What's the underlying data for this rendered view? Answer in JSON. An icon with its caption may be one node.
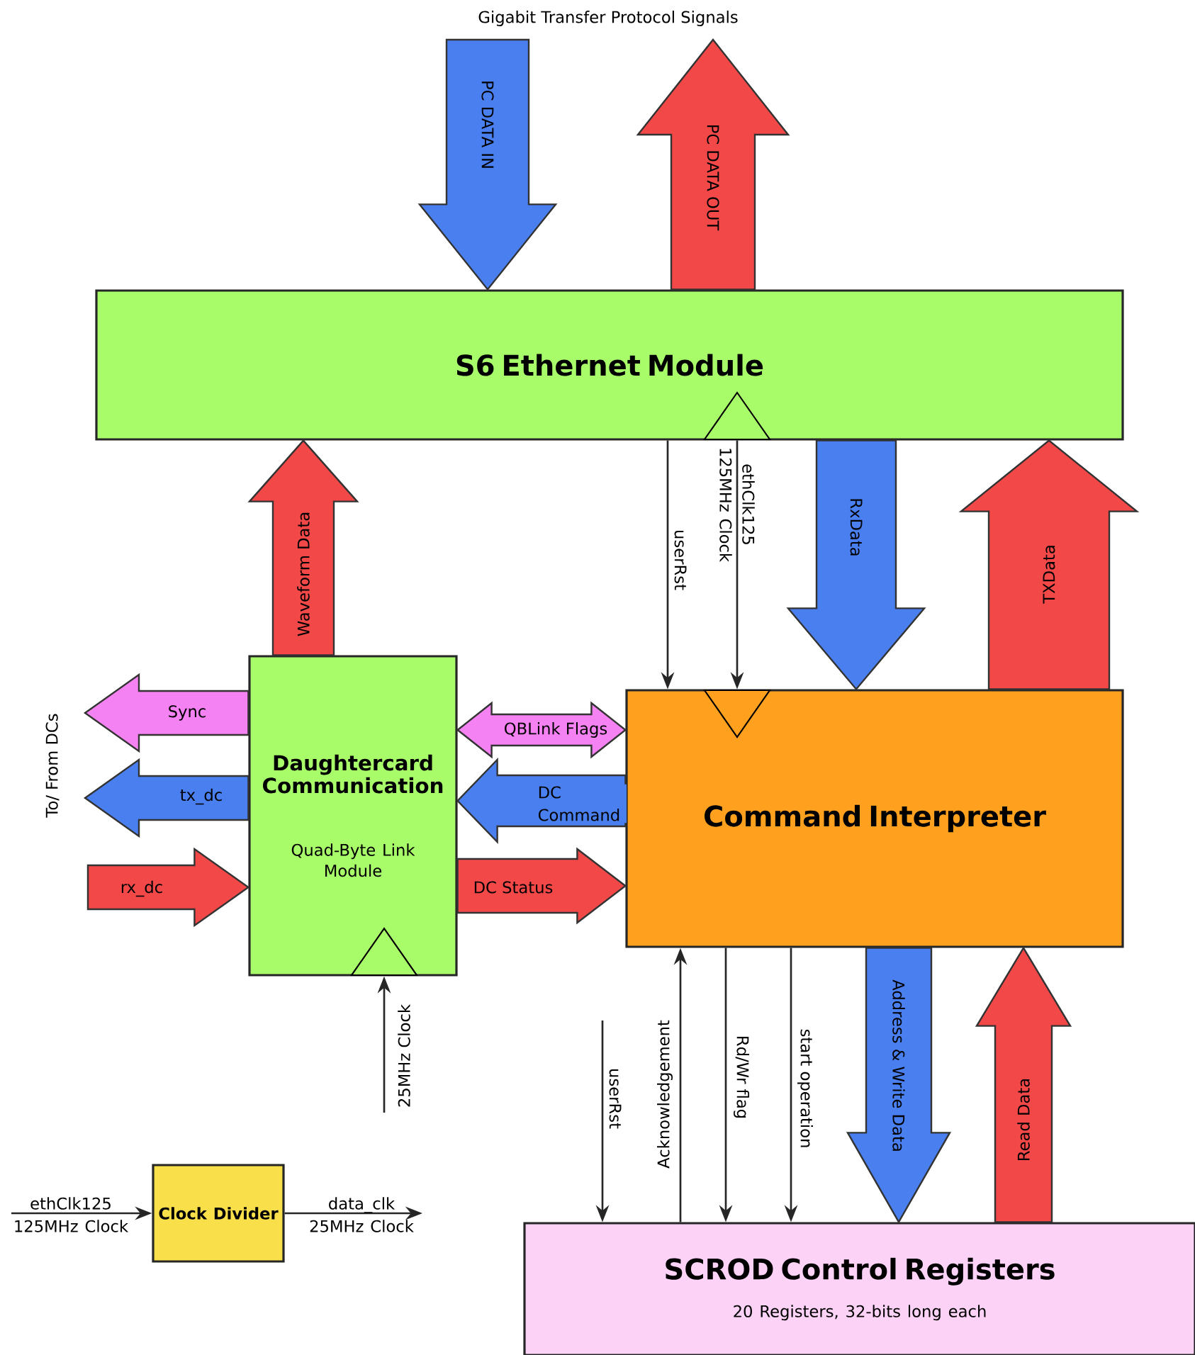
{
  "diagram": {
    "nodes": [
      {
        "text": [
          "S6 Ethernet Module"
        ]
      },
      {
        "text": [
          "Daughtercard Communication",
          "Quad-Byte Link Module"
        ]
      },
      {
        "text": [
          "Command Interpreter"
        ]
      },
      {
        "text": [
          "SCROD Control Registers",
          "20 Registers, 32-bits long each"
        ]
      },
      {
        "text": [
          "Clock Divider"
        ]
      }
    ],
    "edges": [
      {
        "from": null,
        "to": 0,
        "arrow": "to",
        "label": "PC DATA IN",
        "style": "thick",
        "color": "#4a7ff0"
      },
      {
        "from": 0,
        "to": null,
        "arrow": "to",
        "label": "PC DATA OUT",
        "style": "thick",
        "color": "#f24848"
      },
      {
        "from": 1,
        "to": 0,
        "arrow": "to",
        "label": "Waveform Data",
        "style": "thick",
        "color": "#f24848"
      },
      {
        "from": 0,
        "to": 2,
        "arrow": "to",
        "label": "RxData",
        "style": "thick",
        "color": "#4a7ff0"
      },
      {
        "from": 2,
        "to": 0,
        "arrow": "to",
        "label": "TXData",
        "style": "thick",
        "color": "#f24848"
      },
      {
        "from": 0,
        "to": 2,
        "arrow": "to",
        "label": "userRst"
      },
      {
        "from": 0,
        "to": 2,
        "arrow": "to",
        "label": "ethClk125 125MHz Clock"
      },
      {
        "from": 1,
        "to": 2,
        "arrow": "both",
        "label": "QBLink Flags",
        "style": "thick",
        "color": "#f582f2"
      },
      {
        "from": 2,
        "to": 1,
        "arrow": "to",
        "label": "DC Command",
        "style": "thick",
        "color": "#4a7ff0"
      },
      {
        "from": 1,
        "to": 2,
        "arrow": "to",
        "label": "DC Status",
        "style": "thick",
        "color": "#f24848"
      },
      {
        "from": 1,
        "to": null,
        "arrow": "to",
        "label": "Sync",
        "style": "thick",
        "color": "#f582f2"
      },
      {
        "from": 1,
        "to": null,
        "arrow": "to",
        "label": "tx_dc",
        "style": "thick",
        "color": "#4a7ff0"
      },
      {
        "from": null,
        "to": 1,
        "arrow": "to",
        "label": "rx_dc",
        "style": "thick",
        "color": "#f24848"
      },
      {
        "from": null,
        "to": 1,
        "arrow": "to",
        "label": "25MHz Clock"
      },
      {
        "from": null,
        "to": 3,
        "arrow": "to",
        "label": "userRst"
      },
      {
        "from": 3,
        "to": 2,
        "arrow": "to",
        "label": "Acknowledgement"
      },
      {
        "from": 2,
        "to": 3,
        "arrow": "to",
        "label": "Rd/Wr flag"
      },
      {
        "from": 2,
        "to": 3,
        "arrow": "to",
        "label": "start operation"
      },
      {
        "from": 2,
        "to": 3,
        "arrow": "to",
        "label": "Address & Write Data",
        "style": "thick",
        "color": "#4a7ff0"
      },
      {
        "from": 3,
        "to": 2,
        "arrow": "to",
        "label": "Read Data",
        "style": "thick",
        "color": "#f24848"
      },
      {
        "from": null,
        "to": 4,
        "arrow": "to",
        "label": "ethClk125 125MHz Clock"
      },
      {
        "from": 4,
        "to": null,
        "arrow": "to",
        "label": "data_clk 25MHz Clock"
      }
    ],
    "labels": [
      "Gigabit Transfer Protocol Signals",
      "To/ From DCs"
    ]
  }
}
